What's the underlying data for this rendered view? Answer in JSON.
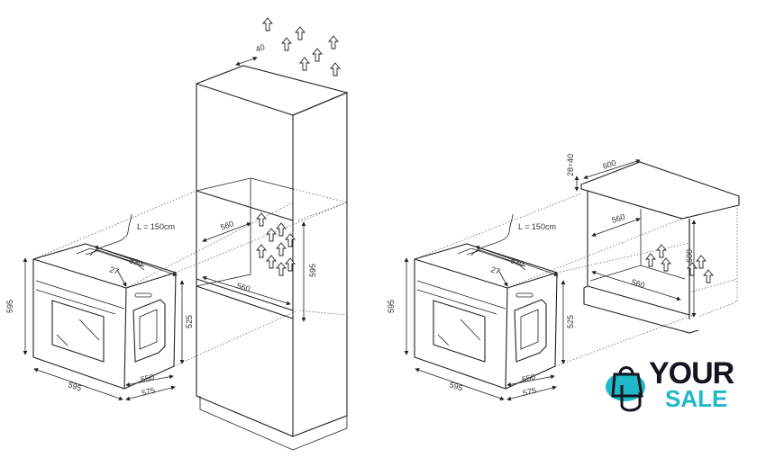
{
  "diagram": {
    "title": "Built-in oven installation dimensions",
    "oven": {
      "cable_length": "L = 150cm",
      "height": "595",
      "width": "595",
      "depth_top": "530",
      "panel_offset": "27",
      "side_height": "525",
      "depth_body": "550",
      "depth_total": "575"
    },
    "tall_cabinet": {
      "top_gap": "40",
      "niche_depth": "560",
      "niche_width": "560",
      "niche_height": "595"
    },
    "under_counter": {
      "worktop_gap": "28÷40",
      "worktop_depth": "600",
      "niche_depth": "560",
      "niche_width": "560",
      "niche_height": "600"
    }
  },
  "logo": {
    "line1": "YOUR",
    "line2": "SALE",
    "accent": "#1fb8c9",
    "dark": "#14161f"
  }
}
